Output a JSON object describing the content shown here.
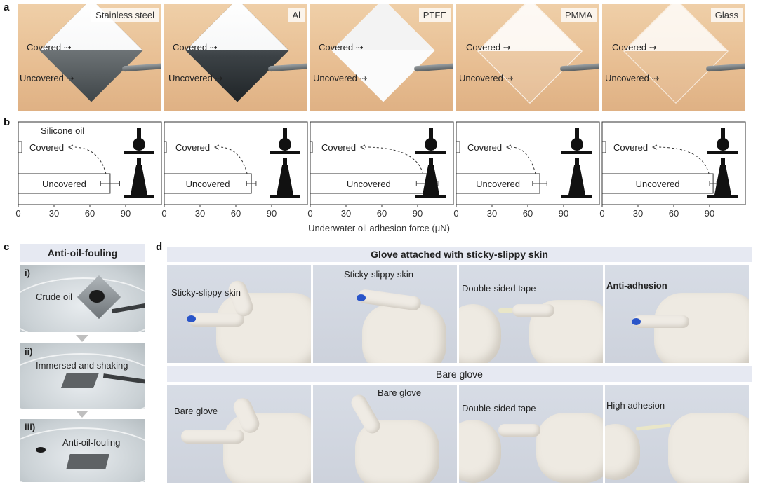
{
  "labels": {
    "a": "a",
    "b": "b",
    "c": "c",
    "d": "d"
  },
  "panel_a": {
    "covered": "Covered",
    "uncovered": "Uncovered",
    "materials": [
      "Stainless steel",
      "Al",
      "PTFE",
      "PMMA",
      "Glass"
    ]
  },
  "panel_b": {
    "silicone_oil": "Silicone oil",
    "xlabel": "Underwater oil adhesion force (μN)",
    "chart_data": [
      {
        "type": "bar",
        "orientation": "horizontal",
        "categories": [
          "Covered",
          "Uncovered"
        ],
        "values": [
          3,
          77
        ],
        "error": [
          0,
          8
        ],
        "xlim": [
          0,
          120
        ],
        "xticks": [
          0,
          30,
          60,
          90
        ]
      },
      {
        "type": "bar",
        "orientation": "horizontal",
        "categories": [
          "Covered",
          "Uncovered"
        ],
        "values": [
          1,
          73
        ],
        "error": [
          0,
          4
        ],
        "xlim": [
          0,
          120
        ],
        "xticks": [
          0,
          30,
          60,
          90
        ]
      },
      {
        "type": "bar",
        "orientation": "horizontal",
        "categories": [
          "Covered",
          "Uncovered"
        ],
        "values": [
          1,
          98
        ],
        "error": [
          0,
          9
        ],
        "xlim": [
          0,
          120
        ],
        "xticks": [
          0,
          30,
          60,
          90
        ]
      },
      {
        "type": "bar",
        "orientation": "horizontal",
        "categories": [
          "Covered",
          "Uncovered"
        ],
        "values": [
          3,
          70
        ],
        "error": [
          0,
          6
        ],
        "xlim": [
          0,
          120
        ],
        "xticks": [
          0,
          30,
          60,
          90
        ]
      },
      {
        "type": "bar",
        "orientation": "horizontal",
        "categories": [
          "Covered",
          "Uncovered"
        ],
        "values": [
          3,
          93
        ],
        "error": [
          0,
          3
        ],
        "xlim": [
          0,
          120
        ],
        "xticks": [
          0,
          30,
          60,
          90
        ]
      }
    ]
  },
  "panel_c": {
    "title": "Anti-oil-fouling",
    "steps": [
      {
        "num": "i)",
        "label": "Crude oil"
      },
      {
        "num": "ii)",
        "label": "Immersed and shaking"
      },
      {
        "num": "iii)",
        "label": "Anti-oil-fouling"
      }
    ]
  },
  "panel_d": {
    "header_top": "Glove attached with sticky-slippy skin",
    "header_bottom": "Bare glove",
    "top_labels": [
      "Sticky-slippy skin",
      "Sticky-slippy skin",
      "Double-sided tape",
      "Anti-adhesion"
    ],
    "bottom_labels": [
      "Bare glove",
      "Bare glove",
      "Double-sided tape",
      "High adhesion"
    ]
  },
  "colors": {
    "skin_blue": "#2a55c9",
    "header_bg": "#e6e9f2",
    "board": "#e8c39a"
  }
}
